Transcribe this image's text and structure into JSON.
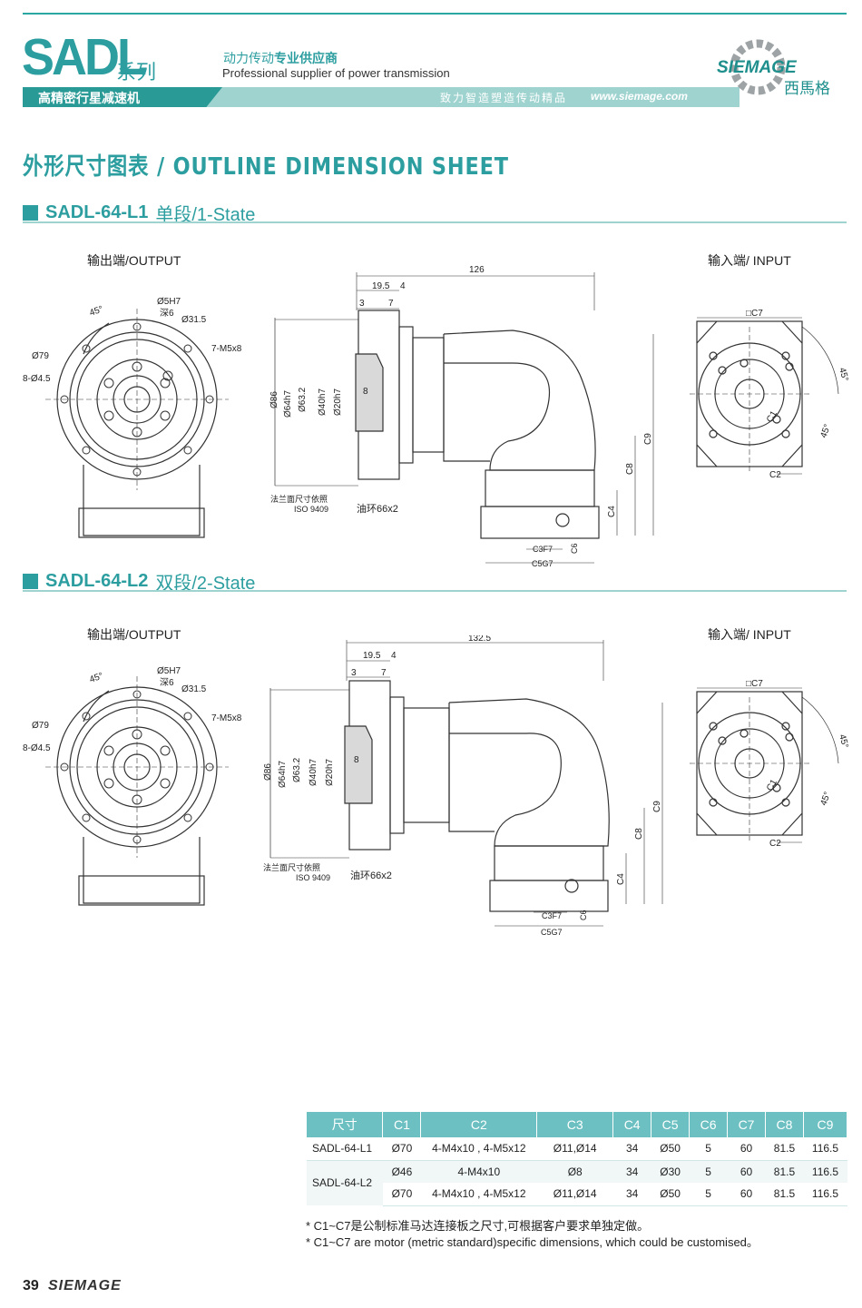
{
  "header": {
    "brand": "SADL",
    "brand_series": "系列",
    "tagline_cn_prefix": "动力传动",
    "tagline_cn_bold": "专业供应商",
    "tagline_en": "Professional supplier of power transmission",
    "banner_title": "高精密行星减速机",
    "slogan": "致力智造塑造传动精品",
    "website": "www.siemage.com",
    "logo_text": "SIEMAGE",
    "logo_cn": "西馬格"
  },
  "sheet_title": "外形尺寸图表 / OUTLINE DIMENSION SHEET",
  "sections": [
    {
      "model": "SADL-64-L1",
      "stage": "单段/1-State",
      "output_label": "输出端/OUTPUT",
      "input_label": "输入端/ INPUT",
      "dims": {
        "angle": "45°",
        "keyway": "Ø5H7",
        "depth": "深6",
        "d31": "Ø31.5",
        "thread": "7-M5x8",
        "d79": "Ø79",
        "holes": "8-Ø4.5",
        "len_total": "126",
        "len_a": "19.5",
        "len_b": "4",
        "len_c": "3",
        "len_d": "7",
        "len_e": "8",
        "d86": "Ø86",
        "d64": "Ø64h7",
        "d63": "Ø63.2",
        "d40": "Ø40h7",
        "d20": "Ø20h7",
        "flange_note": "法兰面尺寸依照",
        "iso": "ISO 9409",
        "oring": "油环66x2",
        "c1": "C1",
        "c2": "C2",
        "c3": "C3F7",
        "c4": "C4",
        "c5": "C5G7",
        "c6": "C6",
        "c7": "□C7",
        "c8": "C8",
        "c9": "C9"
      }
    },
    {
      "model": "SADL-64-L2",
      "stage": "双段/2-State",
      "output_label": "输出端/OUTPUT",
      "input_label": "输入端/ INPUT",
      "dims": {
        "angle": "45°",
        "keyway": "Ø5H7",
        "depth": "深6",
        "d31": "Ø31.5",
        "thread": "7-M5x8",
        "d79": "Ø79",
        "holes": "8-Ø4.5",
        "len_total": "132.5",
        "len_a": "19.5",
        "len_b": "4",
        "len_c": "3",
        "len_d": "7",
        "len_e": "8",
        "d86": "Ø86",
        "d64": "Ø64h7",
        "d63": "Ø63.2",
        "d40": "Ø40h7",
        "d20": "Ø20h7",
        "flange_note": "法兰面尺寸依照",
        "iso": "ISO 9409",
        "oring": "油环66x2",
        "c1": "C1",
        "c2": "C2",
        "c3": "C3F7",
        "c4": "C4",
        "c5": "C5G7",
        "c6": "C6",
        "c7": "□C7",
        "c8": "C8",
        "c9": "C9"
      }
    }
  ],
  "table": {
    "headers": [
      "尺寸",
      "C1",
      "C2",
      "C3",
      "C4",
      "C5",
      "C6",
      "C7",
      "C8",
      "C9"
    ],
    "rows": [
      {
        "model": "SADL-64-L1",
        "values": [
          "Ø70",
          "4-M4x10 , 4-M5x12",
          "Ø11,Ø14",
          "34",
          "Ø50",
          "5",
          "60",
          "81.5",
          "116.5"
        ]
      },
      {
        "model": "SADL-64-L2",
        "values": [
          "Ø46",
          "4-M4x10",
          "Ø8",
          "34",
          "Ø30",
          "5",
          "60",
          "81.5",
          "116.5"
        ]
      },
      {
        "model": "",
        "values": [
          "Ø70",
          "4-M4x10 , 4-M5x12",
          "Ø11,Ø14",
          "34",
          "Ø50",
          "5",
          "60",
          "81.5",
          "116.5"
        ]
      }
    ]
  },
  "notes": [
    "* C1~C7是公制标准马达连接板之尺寸,可根据客户要求单独定做。",
    "* C1~C7 are motor (metric standard)specific dimensions, which could be customised。"
  ],
  "footer": {
    "page": "39",
    "logo": "SIEMAGE"
  },
  "colors": {
    "accent": "#2d9ea0",
    "banner_light": "#9fd3cf",
    "table_header": "#6cc0c2"
  }
}
